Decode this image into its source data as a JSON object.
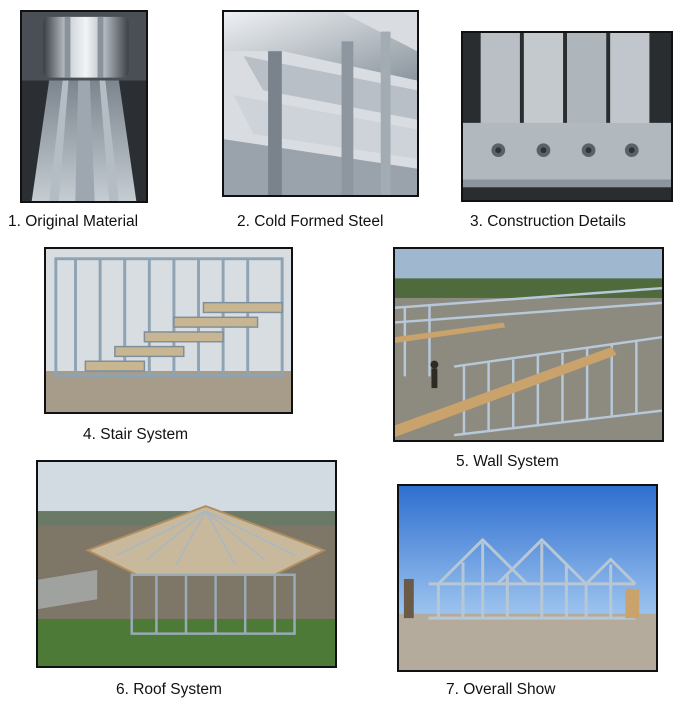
{
  "captions": {
    "p1": "1. Original Material",
    "p2": "2. Cold Formed Steel",
    "p3": "3. Construction Details",
    "p4": "4. Stair System",
    "p5": "5. Wall System",
    "p6": "6. Roof System",
    "p7": "7. Overall Show"
  }
}
